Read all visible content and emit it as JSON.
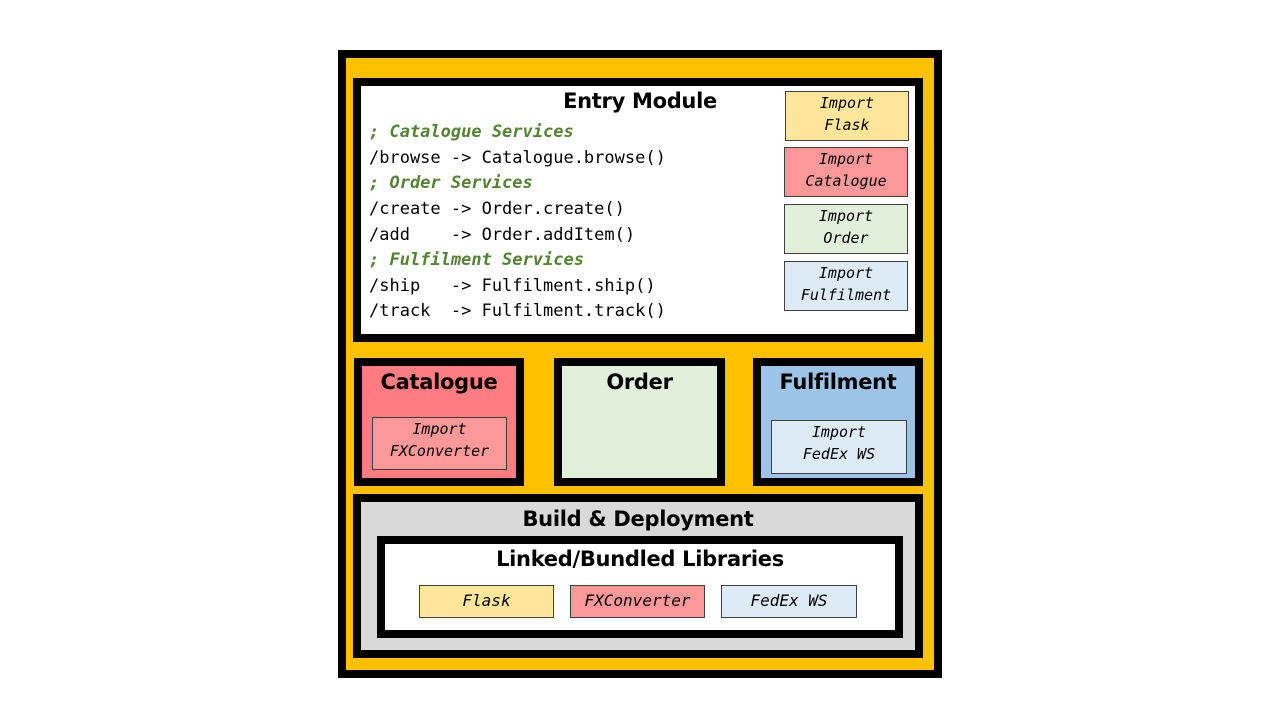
{
  "entry": {
    "title": "Entry Module",
    "lines": [
      {
        "text": "; Catalogue Services",
        "comment": true
      },
      {
        "text": "/browse -> Catalogue.browse()",
        "comment": false
      },
      {
        "text": "; Order Services",
        "comment": true
      },
      {
        "text": "/create -> Order.create()",
        "comment": false
      },
      {
        "text": "/add    -> Order.addItem()",
        "comment": false
      },
      {
        "text": "; Fulfilment Services",
        "comment": true
      },
      {
        "text": "/ship   -> Fulfilment.ship()",
        "comment": false
      },
      {
        "text": "/track  -> Fulfilment.track()",
        "comment": false
      }
    ],
    "imports": [
      {
        "text": "Import\nFlask",
        "color": "#ffe699"
      },
      {
        "text": "Import\nCatalogue",
        "color": "#ff9999"
      },
      {
        "text": "Import\nOrder",
        "color": "#e2efda"
      },
      {
        "text": "Import\nFulfilment",
        "color": "#ddebf7"
      }
    ]
  },
  "modules": {
    "catalogue": {
      "title": "Catalogue",
      "color": "#ff7c80",
      "import": "Import\nFXConverter",
      "import_color": "#ff9999"
    },
    "order": {
      "title": "Order",
      "color": "#e2efda"
    },
    "fulfilment": {
      "title": "Fulfilment",
      "color": "#9dc3e6",
      "import": "Import\nFedEx WS",
      "import_color": "#ddebf7"
    }
  },
  "build": {
    "title": "Build & Deployment",
    "libraries": {
      "title": "Linked/Bundled Libraries",
      "items": [
        {
          "text": "Flask",
          "color": "#ffe699"
        },
        {
          "text": "FXConverter",
          "color": "#ff9999"
        },
        {
          "text": "FedEx WS",
          "color": "#ddebf7"
        }
      ]
    }
  },
  "colors": {
    "container": "#ffc000",
    "border": "#000000",
    "comment": "#548235",
    "build_bg": "#d9d9d9"
  }
}
